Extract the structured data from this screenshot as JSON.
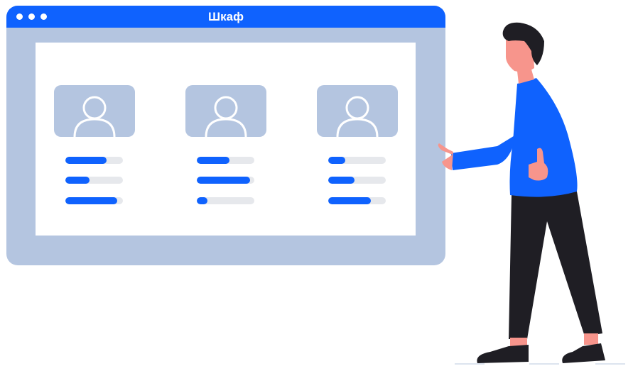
{
  "window": {
    "title": "Шкаф",
    "controls": [
      "window-dot-1",
      "window-dot-2",
      "window-dot-3"
    ],
    "colors": {
      "titlebar": "#0f62fe",
      "frame": "#b4c5e0",
      "panel": "#ffffff"
    }
  },
  "cards": [
    {
      "avatar_icon": "user-icon",
      "bars": [
        0.72,
        0.42,
        0.9
      ]
    },
    {
      "avatar_icon": "user-icon",
      "bars": [
        0.57,
        0.92,
        0.18
      ]
    },
    {
      "avatar_icon": "user-icon",
      "bars": [
        0.3,
        0.46,
        0.74
      ]
    }
  ],
  "colors": {
    "accent": "#0f62fe",
    "bar_track": "#e6e8ec",
    "skin": "#f7958c",
    "hair": "#1f1e24",
    "pants": "#1f1e24",
    "shirt": "#0f62fe"
  },
  "illustration": {
    "figure": "person-thumbs-up"
  }
}
